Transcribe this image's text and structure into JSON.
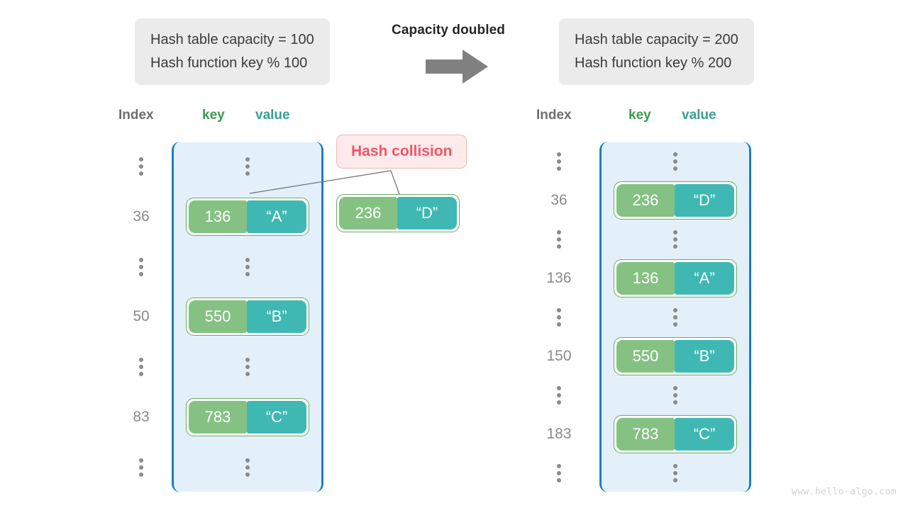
{
  "before": {
    "capacity_line": "Hash table capacity = 100",
    "function_line": "Hash function key % 100",
    "headers": {
      "index": "Index",
      "key": "key",
      "value": "value"
    },
    "rows": [
      {
        "index": "⋮",
        "type": "ellipsis"
      },
      {
        "index": "36",
        "type": "entry",
        "key": "136",
        "value": "“A”"
      },
      {
        "index": "⋮",
        "type": "ellipsis"
      },
      {
        "index": "50",
        "type": "entry",
        "key": "550",
        "value": "“B”"
      },
      {
        "index": "⋮",
        "type": "ellipsis"
      },
      {
        "index": "83",
        "type": "entry",
        "key": "783",
        "value": "“C”"
      },
      {
        "index": "⋮",
        "type": "ellipsis"
      }
    ]
  },
  "transition": {
    "label": "Capacity doubled",
    "arrow_icon": "arrow-right-icon",
    "arrow_color": "#808080"
  },
  "collision": {
    "label": "Hash collision",
    "text_color": "#f2566a",
    "background": "#fdeaea",
    "border_color": "#f3b8b8",
    "floating_entry": {
      "key": "236",
      "value": "“D”"
    }
  },
  "after": {
    "capacity_line": "Hash table capacity = 200",
    "function_line": "Hash function key % 200",
    "headers": {
      "index": "Index",
      "key": "key",
      "value": "value"
    },
    "rows": [
      {
        "index": "⋮",
        "type": "ellipsis"
      },
      {
        "index": "36",
        "type": "entry",
        "key": "236",
        "value": "“D”"
      },
      {
        "index": "⋮",
        "type": "ellipsis"
      },
      {
        "index": "136",
        "type": "entry",
        "key": "136",
        "value": "“A”"
      },
      {
        "index": "⋮",
        "type": "ellipsis"
      },
      {
        "index": "150",
        "type": "entry",
        "key": "550",
        "value": "“B”"
      },
      {
        "index": "⋮",
        "type": "ellipsis"
      },
      {
        "index": "183",
        "type": "entry",
        "key": "783",
        "value": "“C”"
      },
      {
        "index": "⋮",
        "type": "ellipsis"
      }
    ]
  },
  "colors": {
    "key_cell": "#85c183",
    "value_cell": "#3fb8b4",
    "table_border": "#1b7fc0",
    "table_fill": "#e3f0fa",
    "key_header": "#3d9c4e",
    "value_header": "#3a9e9a",
    "index_text": "#8a8a8a",
    "info_box": "#ebebeb"
  },
  "watermark": "www.hello-algo.com"
}
